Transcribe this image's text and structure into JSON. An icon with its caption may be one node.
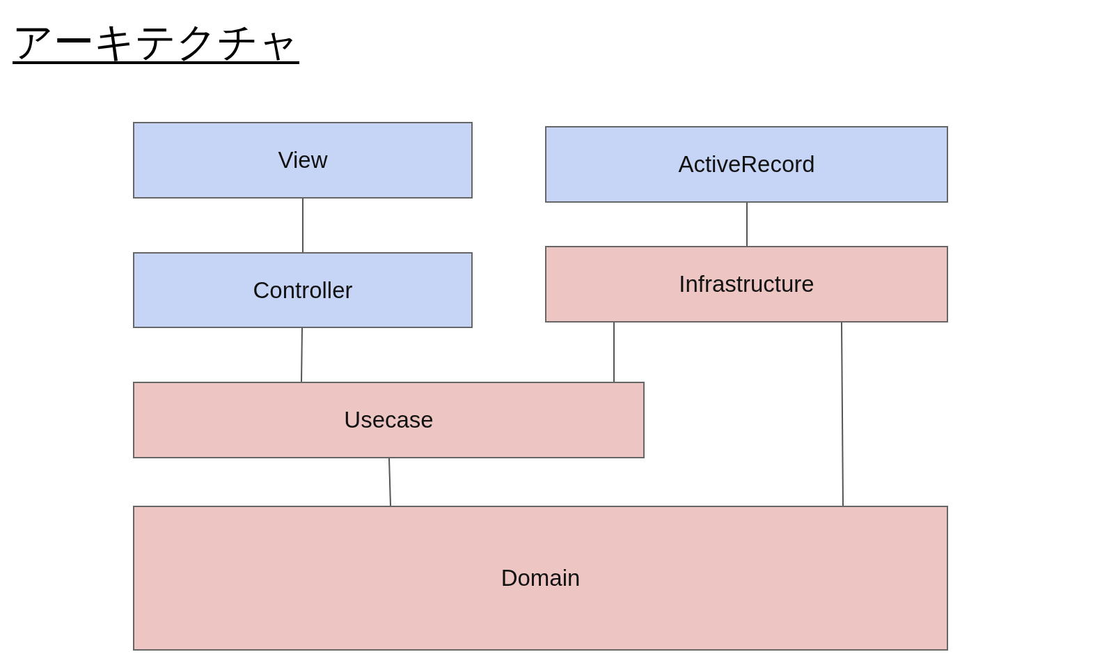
{
  "diagram": {
    "title": "アーキテクチャ",
    "nodes": [
      {
        "text": [
          "View"
        ]
      },
      {
        "text": [
          "ActiveRecord"
        ]
      },
      {
        "text": [
          "Controller"
        ]
      },
      {
        "text": [
          "Infrastructure"
        ]
      },
      {
        "text": [
          "Usecase"
        ]
      },
      {
        "text": [
          "Domain"
        ]
      }
    ],
    "edges": [
      {
        "from": 0,
        "to": 2,
        "arrow": "none"
      },
      {
        "from": 1,
        "to": 3,
        "arrow": "none"
      },
      {
        "from": 2,
        "to": 4,
        "arrow": "none"
      },
      {
        "from": 3,
        "to": 4,
        "arrow": "none"
      },
      {
        "from": 4,
        "to": 5,
        "arrow": "none"
      },
      {
        "from": 3,
        "to": 5,
        "arrow": "none"
      }
    ]
  }
}
